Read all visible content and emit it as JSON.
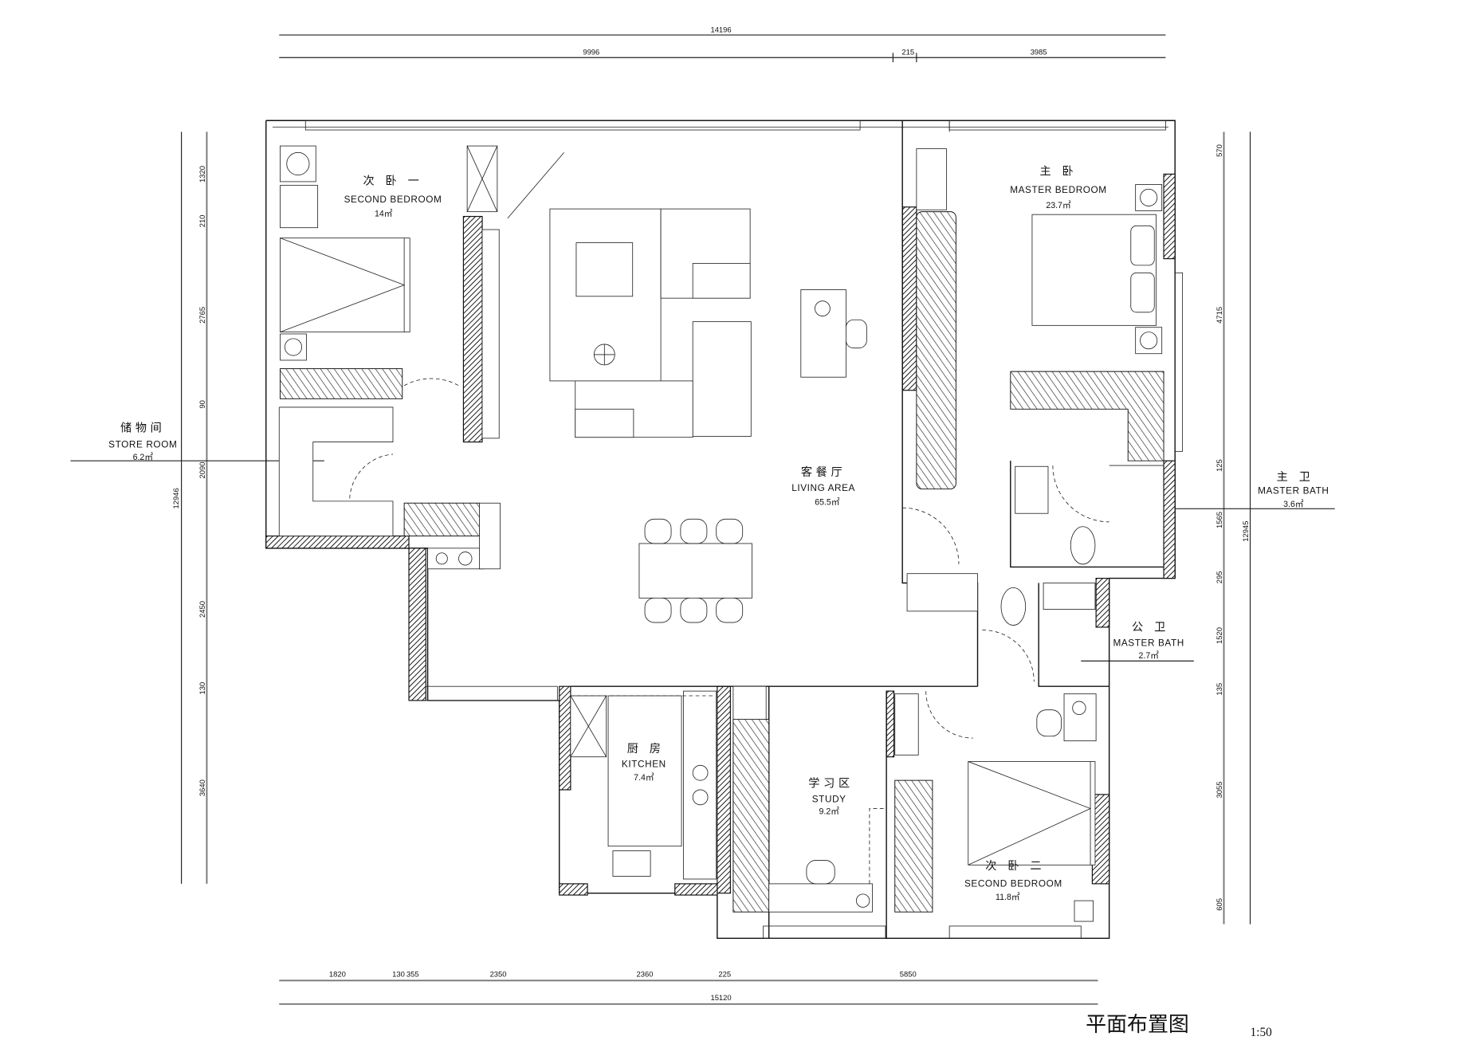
{
  "drawing": {
    "title": "平面布置图",
    "scale": "1:50"
  },
  "rooms": {
    "second_bedroom_1": {
      "cn": "次 卧 一",
      "en": "SECOND BEDROOM",
      "area": "14㎡"
    },
    "store_room": {
      "cn": "储物间",
      "en": "STORE ROOM",
      "area": "6.2㎡"
    },
    "living_area": {
      "cn": "客餐厅",
      "en": "LIVING  AREA",
      "area": "65.5㎡"
    },
    "master_bedroom": {
      "cn": "主 卧",
      "en": "MASTER BEDROOM",
      "area": "23.7㎡"
    },
    "master_bath": {
      "cn": "主 卫",
      "en": "MASTER BATH",
      "area": "3.6㎡"
    },
    "public_bath": {
      "cn": "公 卫",
      "en": "MASTER BATH",
      "area": "2.7㎡"
    },
    "kitchen": {
      "cn": "厨 房",
      "en": "KITCHEN",
      "area": "7.4㎡"
    },
    "study": {
      "cn": "学习区",
      "en": "STUDY",
      "area": "9.2㎡"
    },
    "second_bedroom_2": {
      "cn": "次 卧 二",
      "en": "SECOND BEDROOM",
      "area": "11.8㎡"
    }
  },
  "dimensions": {
    "top_total": "14196",
    "top": [
      "9996",
      "215",
      "3985"
    ],
    "left_total": "12946",
    "left": [
      "1320",
      "210",
      "2765",
      "90",
      "2090",
      "2450",
      "130",
      "3640"
    ],
    "right_total": "12945",
    "right": [
      "570",
      "4715",
      "125",
      "1565",
      "295",
      "1520",
      "135",
      "3055",
      "605"
    ],
    "bottom_total": "15120",
    "bottom": [
      "1820",
      "130",
      "355",
      "2350",
      "2360",
      "225",
      "5850"
    ]
  }
}
